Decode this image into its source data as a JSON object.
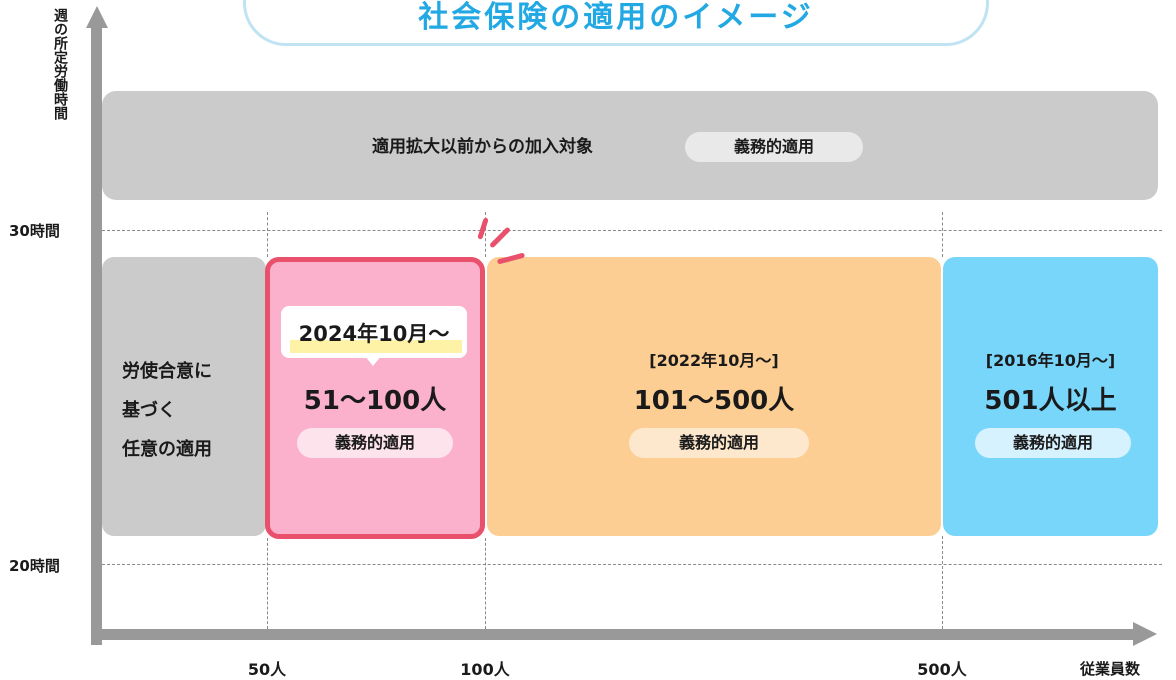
{
  "title": "社会保険の適用のイメージ",
  "axes": {
    "y_title": "週の所定労働時間",
    "y_ticks": {
      "t30": "30時間",
      "t20": "20時間"
    },
    "x_ticks": {
      "t50": "50人",
      "t100": "100人",
      "t500": "500人"
    },
    "x_title": "従業員数"
  },
  "top_band": {
    "label": "適用拡大以前からの加入対象",
    "badge": "義務的適用"
  },
  "gray_box": {
    "line1": "労使合意に",
    "line2": "基づく",
    "line3": "任意の適用"
  },
  "pink_box": {
    "callout": "2024年10月～",
    "size": "51～100人",
    "badge": "義務的適用"
  },
  "orange_box": {
    "date": "[2022年10月～]",
    "size": "101～500人",
    "badge": "義務的適用"
  },
  "blue_box": {
    "date": "[2016年10月～]",
    "size": "501人以上",
    "badge": "義務的適用"
  },
  "colors": {
    "title": "#22a8e3",
    "gray": "#cbcbcb",
    "pink": "#fbb0cb",
    "pink_border": "#e9506b",
    "orange": "#fcce93",
    "blue": "#79d6fb"
  }
}
